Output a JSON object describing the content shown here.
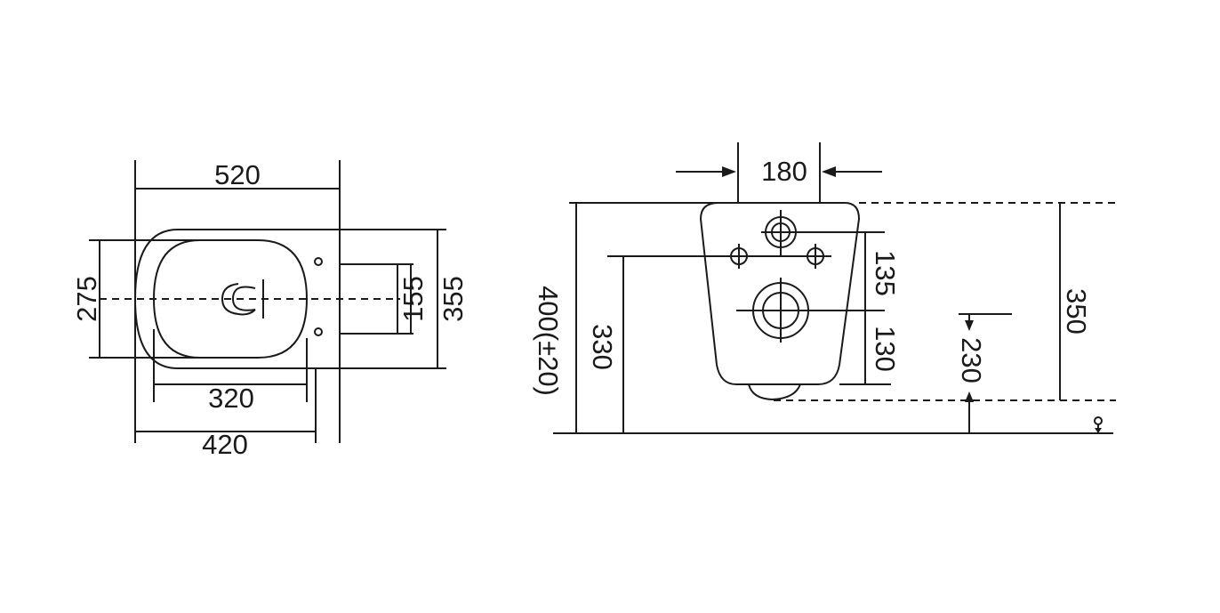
{
  "top_view": {
    "dim_total_length": "520",
    "dim_bowl_width": "275",
    "dim_outlet_height": "155",
    "dim_total_width": "355",
    "dim_bowl_length": "320",
    "dim_base_length": "420"
  },
  "side_view": {
    "dim_frame_width": "180",
    "dim_upper_spacing": "135",
    "dim_lower_spacing": "130",
    "dim_installation_height": "400(±20)",
    "dim_inlet_height": "330",
    "dim_outlet_height": "230",
    "dim_body_height": "350"
  },
  "colors": {
    "line": "#1a1a1a",
    "background": "#ffffff"
  }
}
